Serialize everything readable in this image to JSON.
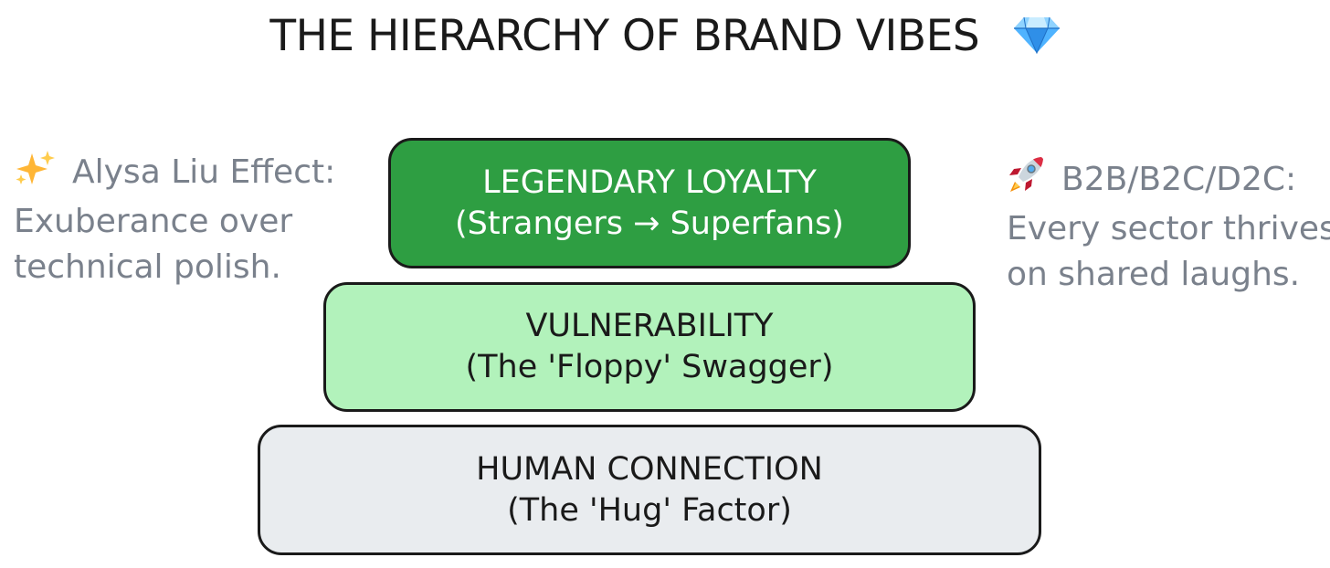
{
  "title": {
    "text": "THE HIERARCHY OF BRAND VIBES",
    "icon": "gem-icon"
  },
  "pyramid": {
    "top": {
      "line1": "LEGENDARY LOYALTY",
      "line2": "(Strangers → Superfans)",
      "fill": "#2e9e42",
      "text_color": "#ffffff"
    },
    "middle": {
      "line1": "VULNERABILITY",
      "line2": "(The 'Floppy' Swagger)",
      "fill": "#b2f2bb",
      "text_color": "#1a1a1a"
    },
    "bottom": {
      "line1": "HUMAN CONNECTION",
      "line2": "(The 'Hug' Factor)",
      "fill": "#e9ecef",
      "text_color": "#1a1a1a"
    }
  },
  "notes": {
    "left": {
      "icon": "sparkles-icon",
      "line1": "Alysa Liu Effect:",
      "line2": "Exuberance over",
      "line3": "technical polish."
    },
    "right": {
      "icon": "rocket-icon",
      "line1": "B2B/B2C/D2C:",
      "line2": "Every sector thrives",
      "line3": "on shared laughs."
    },
    "text_color": "#7a818c"
  }
}
